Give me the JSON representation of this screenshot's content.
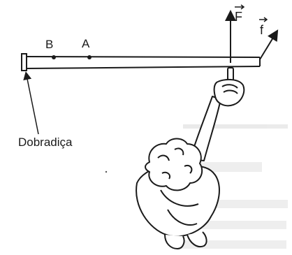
{
  "labels": {
    "point_b": "B",
    "point_a": "A",
    "force_big": "F",
    "force_small": "f",
    "hinge": "Dobradiça"
  },
  "colors": {
    "ink": "#1a1a1a",
    "paper": "#ffffff",
    "bleed": "#cfcfcf"
  }
}
